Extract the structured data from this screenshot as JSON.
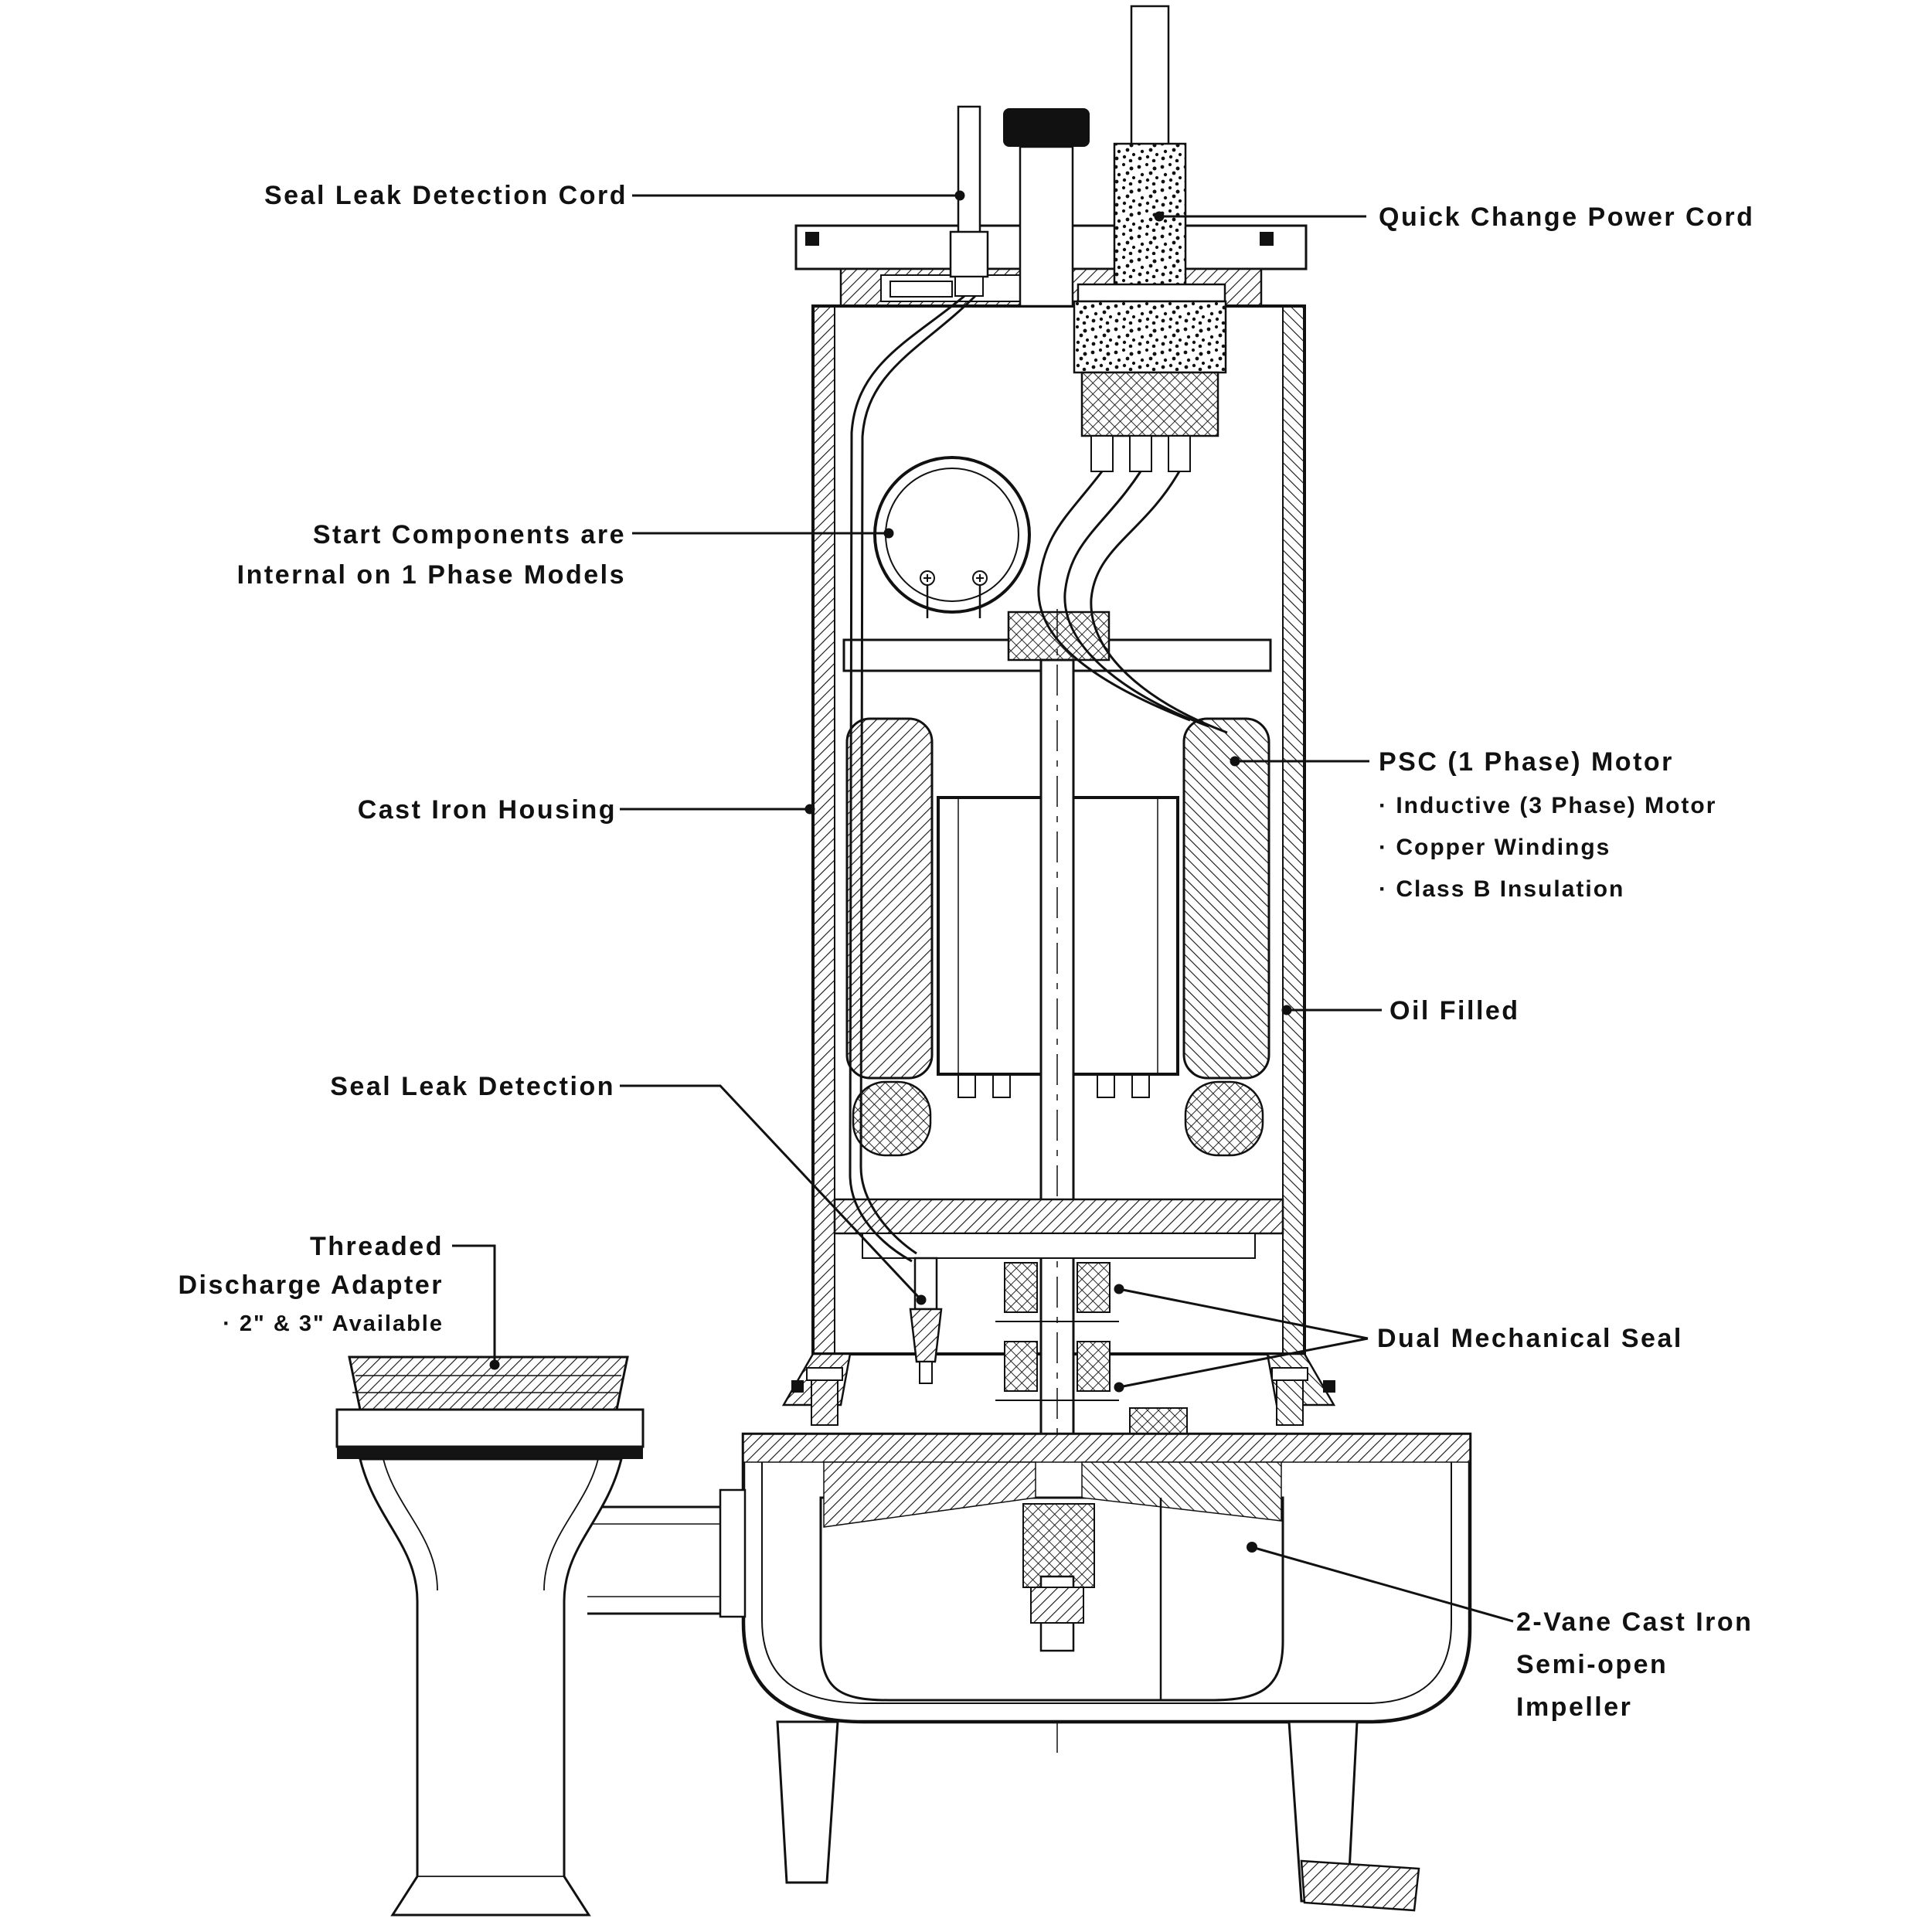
{
  "diagram": {
    "callouts": {
      "seal_leak_cord": {
        "label": "Seal Leak Detection Cord"
      },
      "quick_change_power_cord": {
        "label": "Quick Change Power Cord"
      },
      "start_components": {
        "line1": "Start Components are",
        "line2": "Internal on 1 Phase Models"
      },
      "cast_iron_housing": {
        "label": "Cast Iron Housing"
      },
      "psc_motor": {
        "label": "PSC (1 Phase) Motor",
        "bullets": [
          "· Inductive (3 Phase) Motor",
          "· Copper Windings",
          "· Class B Insulation"
        ]
      },
      "oil_filled": {
        "label": "Oil Filled"
      },
      "seal_leak_detection": {
        "label": "Seal Leak Detection"
      },
      "threaded_discharge_adapter": {
        "line1": "Threaded",
        "line2": "Discharge Adapter",
        "bullet": "· 2\" & 3\" Available"
      },
      "dual_mechanical_seal": {
        "label": "Dual Mechanical Seal"
      },
      "impeller": {
        "line1": "2-Vane Cast Iron",
        "line2": "Semi-open",
        "line3": "Impeller"
      }
    },
    "colors": {
      "ink": "#111111",
      "background": "#ffffff"
    }
  }
}
